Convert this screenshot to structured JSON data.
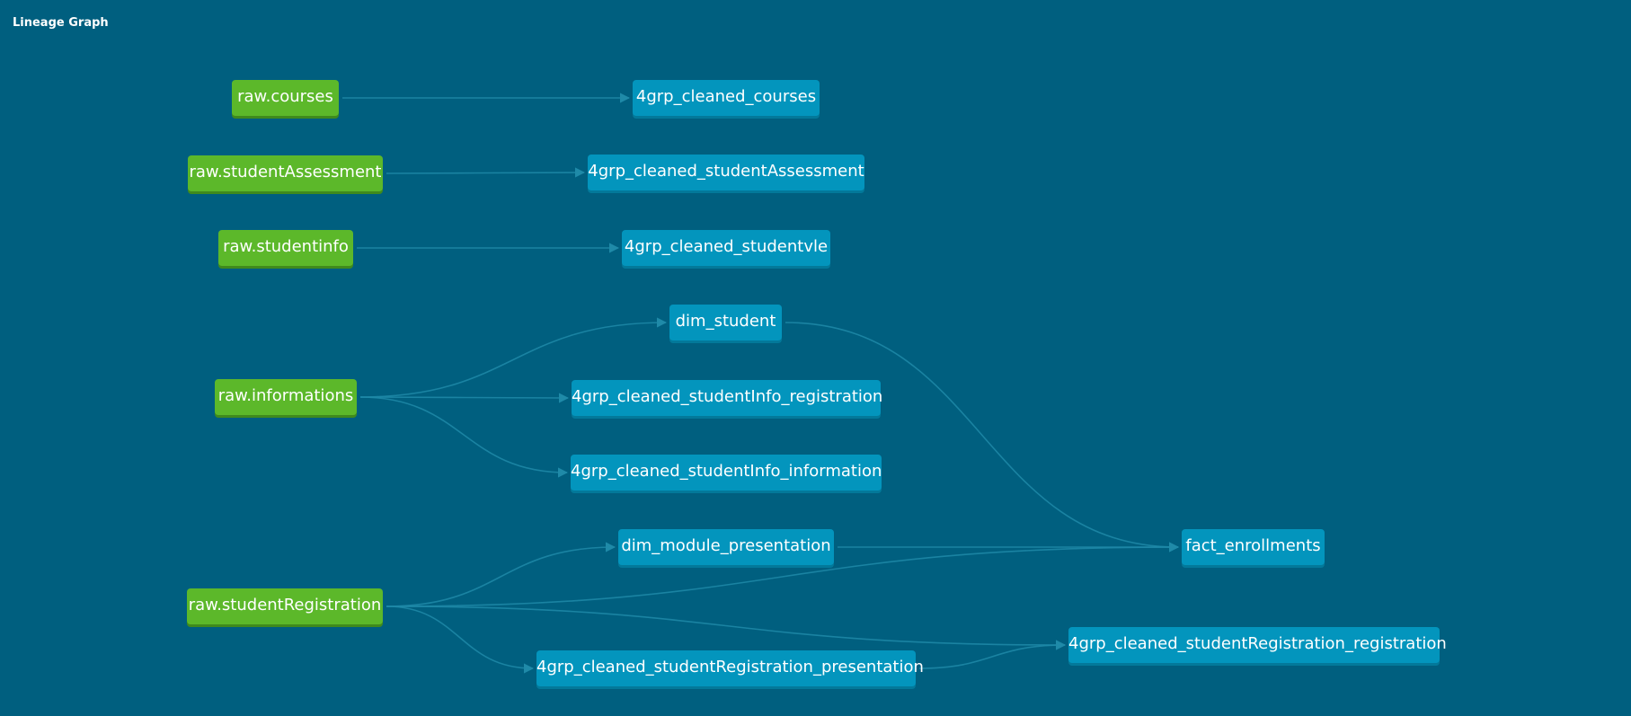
{
  "header": {
    "title": "Lineage Graph"
  },
  "colors": {
    "background": "#005f7f",
    "source_node": "#5cb82a",
    "model_node": "#0395bd",
    "edge": "#1f8aa8"
  },
  "nodes": [
    {
      "id": "raw_courses",
      "label": "raw.courses",
      "kind": "source"
    },
    {
      "id": "raw_studentAssessment",
      "label": "raw.studentAssessment",
      "kind": "source"
    },
    {
      "id": "raw_studentinfo",
      "label": "raw.studentinfo",
      "kind": "source"
    },
    {
      "id": "raw_informations",
      "label": "raw.informations",
      "kind": "source"
    },
    {
      "id": "raw_studentRegistration",
      "label": "raw.studentRegistration",
      "kind": "source"
    },
    {
      "id": "cleaned_courses",
      "label": "4grp_cleaned_courses",
      "kind": "model"
    },
    {
      "id": "cleaned_studentAssessment",
      "label": "4grp_cleaned_studentAssessment",
      "kind": "model"
    },
    {
      "id": "cleaned_studentvle",
      "label": "4grp_cleaned_studentvle",
      "kind": "model"
    },
    {
      "id": "dim_student",
      "label": "dim_student",
      "kind": "model"
    },
    {
      "id": "cleaned_studentInfo_registration",
      "label": "4grp_cleaned_studentInfo_registration",
      "kind": "model"
    },
    {
      "id": "cleaned_studentInfo_information",
      "label": "4grp_cleaned_studentInfo_information",
      "kind": "model"
    },
    {
      "id": "dim_module_presentation",
      "label": "dim_module_presentation",
      "kind": "model"
    },
    {
      "id": "cleaned_studentRegistration_presentation",
      "label": "4grp_cleaned_studentRegistration_presentation",
      "kind": "model"
    },
    {
      "id": "fact_enrollments",
      "label": "fact_enrollments",
      "kind": "model"
    },
    {
      "id": "cleaned_studentRegistration_registration",
      "label": "4grp_cleaned_studentRegistration_registration",
      "kind": "model"
    }
  ],
  "edges": [
    {
      "from": "raw_courses",
      "to": "cleaned_courses"
    },
    {
      "from": "raw_studentAssessment",
      "to": "cleaned_studentAssessment"
    },
    {
      "from": "raw_studentinfo",
      "to": "cleaned_studentvle"
    },
    {
      "from": "raw_informations",
      "to": "dim_student"
    },
    {
      "from": "raw_informations",
      "to": "cleaned_studentInfo_registration"
    },
    {
      "from": "raw_informations",
      "to": "cleaned_studentInfo_information"
    },
    {
      "from": "raw_studentRegistration",
      "to": "dim_module_presentation"
    },
    {
      "from": "raw_studentRegistration",
      "to": "cleaned_studentRegistration_presentation"
    },
    {
      "from": "raw_studentRegistration",
      "to": "fact_enrollments"
    },
    {
      "from": "raw_studentRegistration",
      "to": "cleaned_studentRegistration_registration"
    },
    {
      "from": "dim_student",
      "to": "fact_enrollments"
    },
    {
      "from": "dim_module_presentation",
      "to": "fact_enrollments"
    },
    {
      "from": "cleaned_studentRegistration_presentation",
      "to": "cleaned_studentRegistration_registration"
    }
  ]
}
